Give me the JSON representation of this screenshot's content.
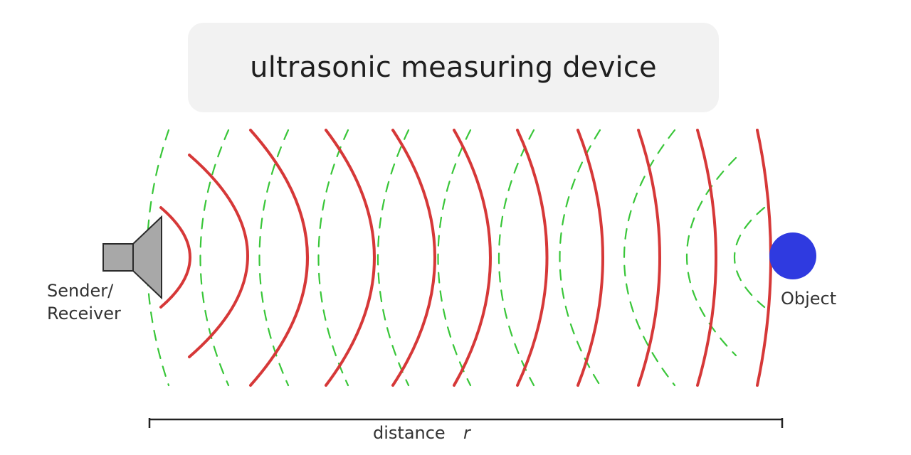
{
  "title": "ultrasonic measuring device",
  "labels": {
    "sender_line1": "Sender/",
    "sender_line2": "Receiver",
    "object": "Object",
    "distance": "distance",
    "distance_symbol": "r"
  },
  "colors": {
    "emitted_wave": "#d63838",
    "reflected_wave": "#39c639",
    "object": "#2f3ae0",
    "speaker_fill": "#a8a8a8",
    "speaker_stroke": "#2b2b2b",
    "title_box": "#f2f2f2"
  }
}
